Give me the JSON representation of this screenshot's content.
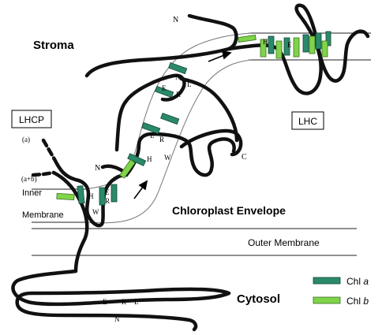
{
  "labels": {
    "stroma": "Stroma",
    "cytosol": "Cytosol",
    "lhcp": "LHCP",
    "lhc": "LHC",
    "chloroplast_envelope": "Chloroplast Envelope",
    "outer_membrane": "Outer Membrane",
    "inner": "Inner",
    "membrane": "Membrane",
    "path_a": "(a)",
    "path_ab": "(a+b)"
  },
  "terminals": {
    "n_lhcp": "N",
    "n_lhc": "N",
    "n_cytosol": "N",
    "c_lhc": "C"
  },
  "residues": {
    "h_inner": "H",
    "e_inner": "E",
    "r_inner": "R",
    "w_inner": "W",
    "e_mid": "E",
    "r_mid": "R",
    "h_mid": "H",
    "w_mid": "W",
    "e_upper": "E",
    "r_upper": "R",
    "n_upper": "N",
    "l_upper": "L",
    "h_lhc": "H",
    "e_lhc": "E",
    "e_cyt": "E",
    "r_cyt": "R",
    "l_cyt": "L"
  },
  "legend": {
    "chl_a_prefix": "Chl ",
    "chl_a_italic": "a",
    "chl_b_prefix": "Chl ",
    "chl_b_italic": "b"
  },
  "colors": {
    "chl_a": "#2a8a6a",
    "chl_b": "#7fd44a",
    "chain": "#111111",
    "membrane_band": "#777777"
  }
}
